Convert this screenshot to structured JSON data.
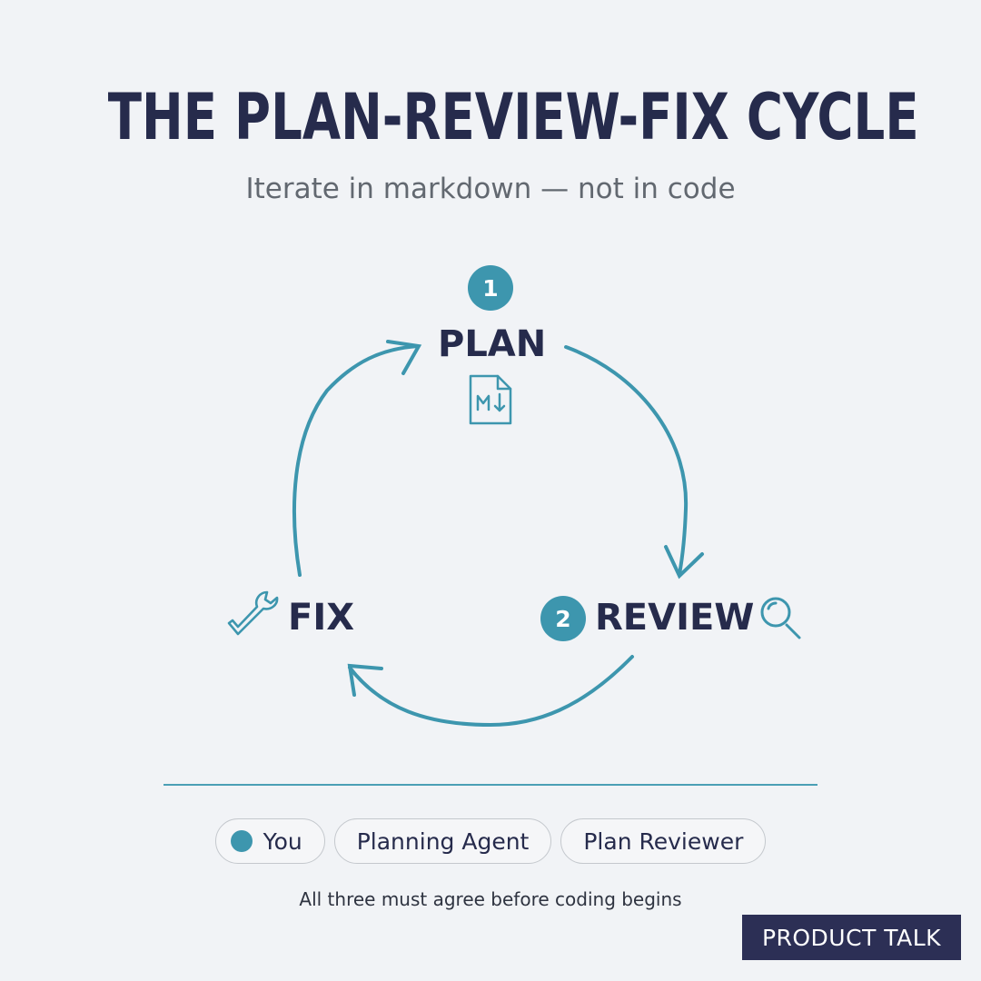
{
  "header": {
    "title": "THE PLAN-REVIEW-FIX CYCLE",
    "subtitle": "Iterate in markdown — not in code"
  },
  "cycle": {
    "plan": {
      "step": "1",
      "label": "PLAN",
      "icon": "markdown-file-icon"
    },
    "review": {
      "step": "2",
      "label": "REVIEW",
      "icon": "magnifier-icon"
    },
    "fix": {
      "label": "FIX",
      "icon": "wrench-icon"
    },
    "arrow_color": "#3d96ae"
  },
  "legend": {
    "items": [
      {
        "label": "You",
        "marker": true
      },
      {
        "label": "Planning Agent",
        "marker": false
      },
      {
        "label": "Plan Reviewer",
        "marker": false
      }
    ],
    "footnote": "All three must agree before coding begins"
  },
  "brand": {
    "label": "PRODUCT TALK"
  },
  "colors": {
    "accent": "#3d96ae",
    "text": "#262b4c",
    "background": "#f1f3f6"
  }
}
